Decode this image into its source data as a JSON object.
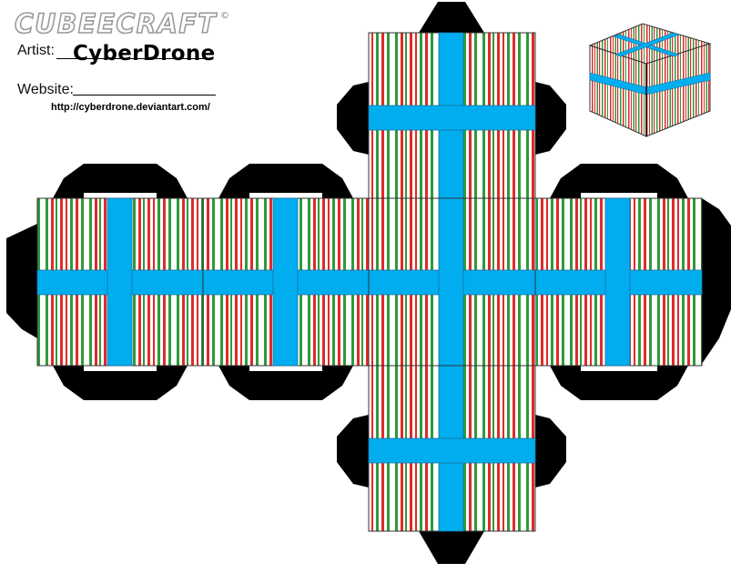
{
  "logo": {
    "text": "CUBEECRAFT",
    "mark": "©"
  },
  "credits": {
    "artist_label": "Artist:",
    "artist_name": "CyberDrone",
    "website_label": "Website:",
    "website_url": "http://cyberdrone.deviantart.com/"
  },
  "colors": {
    "stripe_red": "#e02a2a",
    "stripe_green": "#2e9a3c",
    "ribbon_blue": "#00aeef",
    "tab_black": "#000000",
    "paper_white": "#ffffff"
  }
}
